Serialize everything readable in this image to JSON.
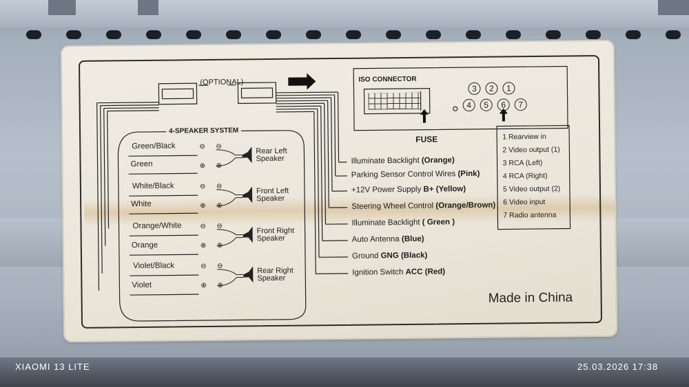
{
  "label": {
    "optional": "(OPTIONAL)",
    "system_title": "4-SPEAKER SYSTEM",
    "iso_title": "ISO CONNECTOR",
    "fuse": "FUSE",
    "made_in": "Made in China",
    "speaker_wires": [
      "Green/Black",
      "Green",
      "White/Black",
      "White",
      "Orange/White",
      "Orange",
      "Violet/Black",
      "Violet"
    ],
    "speakers": [
      {
        "line1": "Rear Left",
        "line2": "Speaker"
      },
      {
        "line1": "Front Left",
        "line2": "Speaker"
      },
      {
        "line1": "Front Right",
        "line2": "Speaker"
      },
      {
        "line1": "Rear Right",
        "line2": "Speaker"
      }
    ],
    "wires": [
      {
        "text": "Illuminate Backlight ",
        "bold": "(Orange)"
      },
      {
        "text": "Parking Sensor Control Wires ",
        "bold": "(Pink)"
      },
      {
        "text": "+12V Power Supply ",
        "bold": "B+ (Yellow)"
      },
      {
        "text": "Steering Wheel Control ",
        "bold": "(Orange/Brown)"
      },
      {
        "text": "Illuminate Backlight ",
        "bold": "( Green )"
      },
      {
        "text": "Auto Antenna ",
        "bold": "(Blue)"
      },
      {
        "text": "Ground ",
        "bold": "GNG (Black)"
      },
      {
        "text": "Ignition Switch ",
        "bold": "ACC (Red)"
      }
    ],
    "pin_numbers_top": [
      "3",
      "2",
      "1"
    ],
    "pin_numbers_bottom": [
      "4",
      "5",
      "6",
      "7"
    ],
    "legend": [
      "1  Rearview in",
      "2  Video output (1)",
      "3  RCA (Left)",
      "4  RCA (Right)",
      "5  Video output (2)",
      "6  Video input",
      "7  Radio antenna"
    ]
  },
  "watermark": {
    "device": "XIAOMI 13 LITE",
    "datetime": "25.03.2026  17:38"
  },
  "colors": {
    "label_bg": "#ebe6da",
    "ink": "#1d1d1d",
    "metal": "#b4bfca"
  }
}
